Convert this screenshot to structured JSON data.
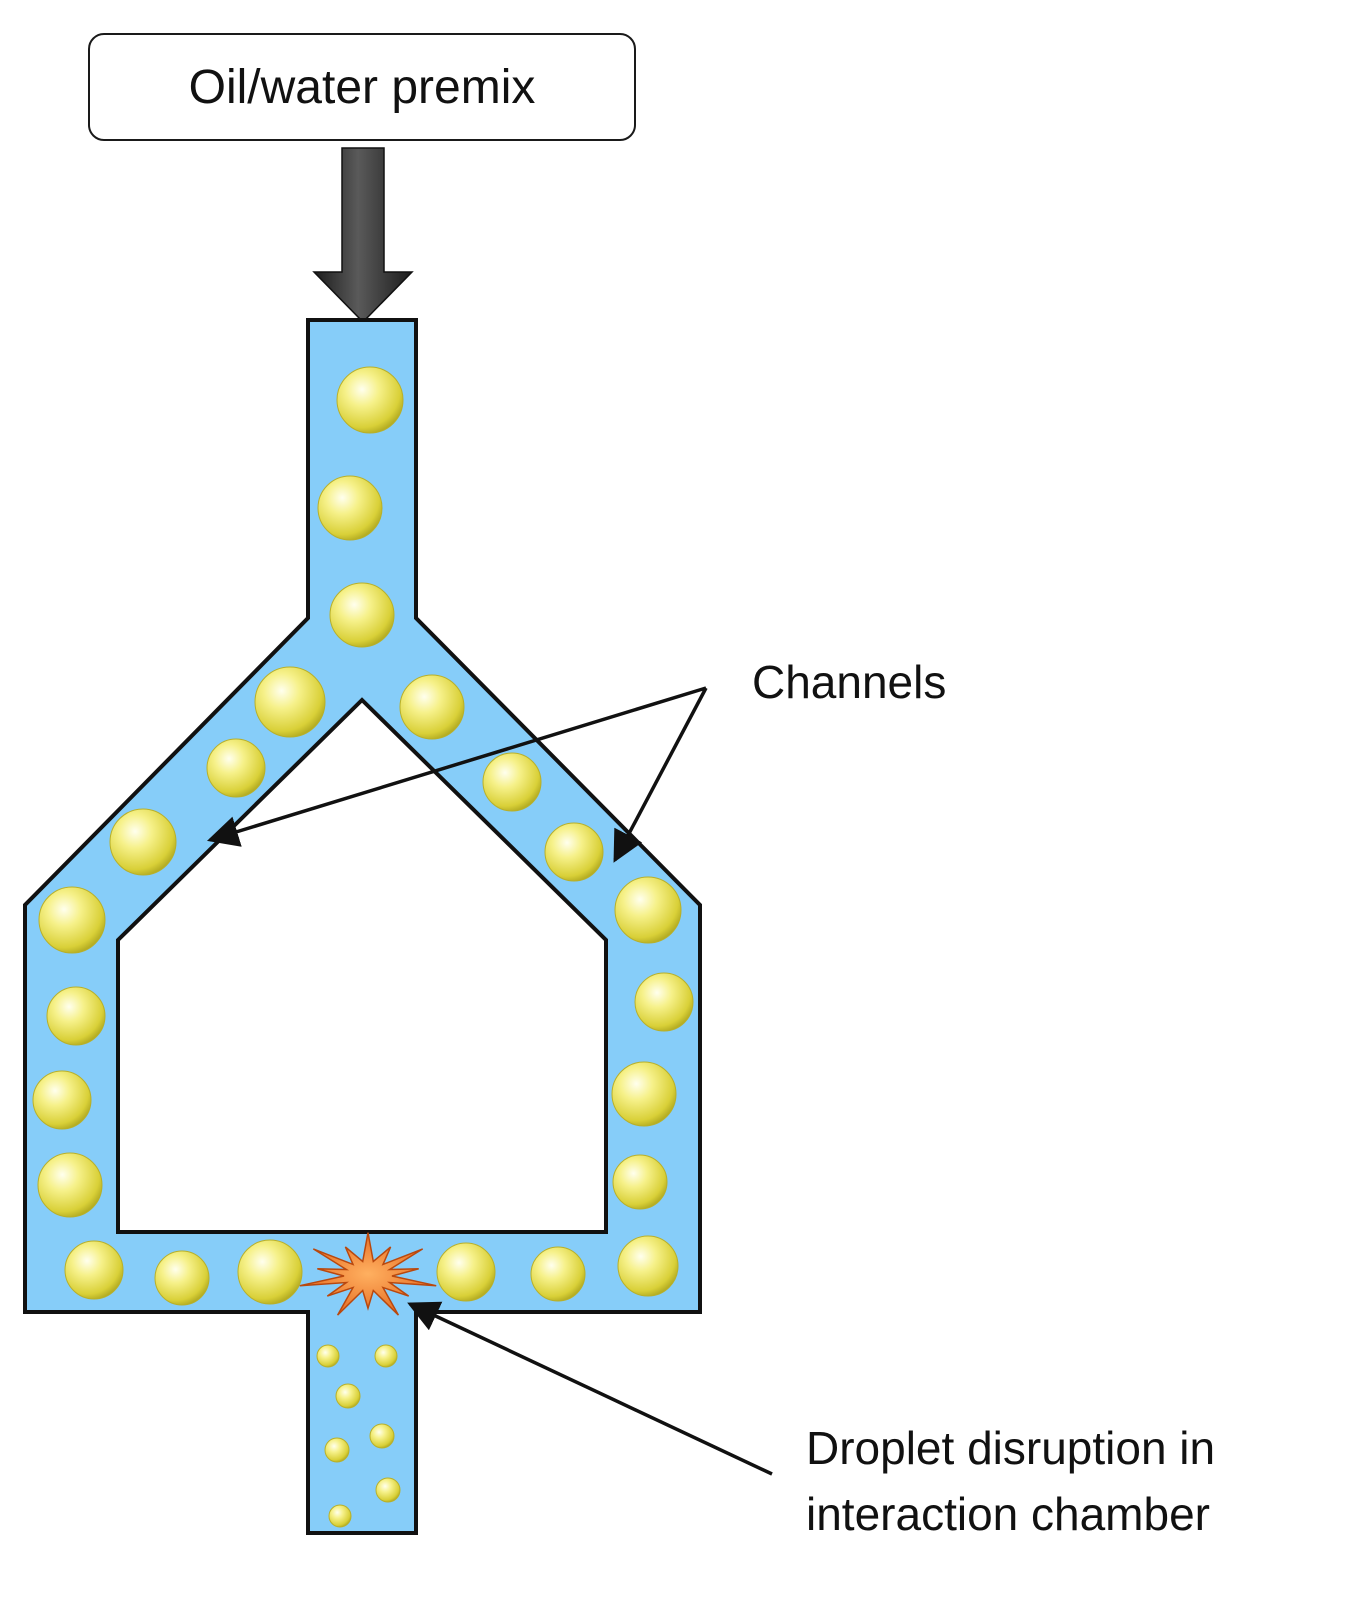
{
  "input_label": "Oil/water premix",
  "channels_label": "Channels",
  "disruption_label_line1": "Droplet disruption in",
  "disruption_label_line2": "interaction chamber",
  "colors": {
    "channel_fill": "#86cdf9",
    "channel_outline": "#111111",
    "droplet": "#f2ec6a",
    "burst": "#f07a22",
    "arrow": "#2a2a2a"
  },
  "icons": {
    "input_arrow": "down-arrow-icon",
    "droplet": "droplet-icon",
    "burst": "burst-icon"
  }
}
